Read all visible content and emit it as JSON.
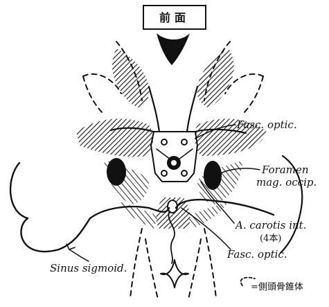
{
  "figure": {
    "title": "前面",
    "labels": {
      "fasc_optic_upper": "Fasc. optic.",
      "foramen_line1": "Foramen",
      "foramen_line2": "mag. occip.",
      "carotis_line1": "A. carotis int.",
      "carotis_line2": "(4本)",
      "fasc_optic_lower": "Fasc. optic.",
      "sinus": "Sinus sigmoid."
    },
    "legend": {
      "symbol_icon": "dashed-curve",
      "text": "=側頭骨錐体"
    }
  }
}
